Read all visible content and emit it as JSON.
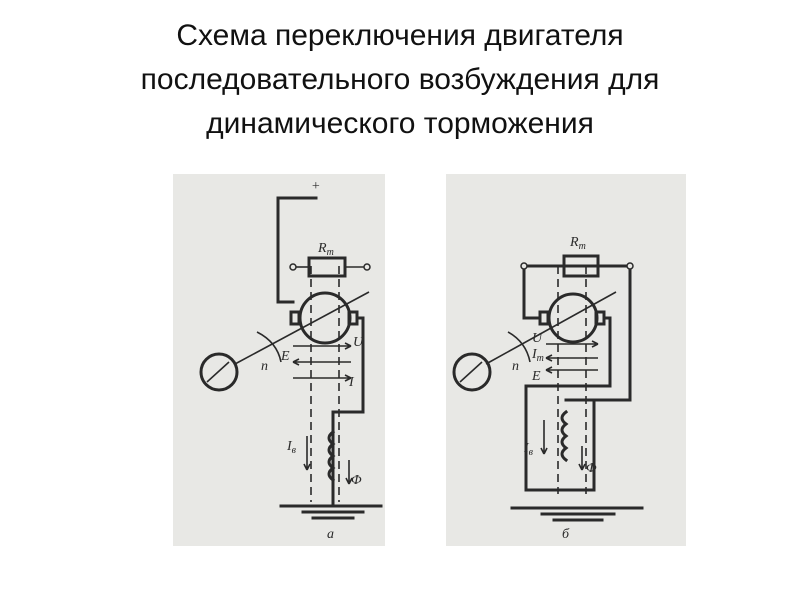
{
  "title": {
    "line1": "Схема переключения двигателя",
    "line2": "последовательного возбуждения для",
    "line3": "динамического торможения"
  },
  "panel_a": {
    "caption": "а",
    "plus": "+",
    "r_main": "R",
    "r_sub": "т",
    "u": "U",
    "e": "E",
    "i": "I",
    "n": "n",
    "iv_main": "I",
    "iv_sub": "в",
    "phi": "Φ"
  },
  "panel_b": {
    "caption": "б",
    "r_main": "R",
    "r_sub": "т",
    "u": "U",
    "it_main": "I",
    "it_sub": "т",
    "e": "E",
    "n": "n",
    "iv_main": "I",
    "iv_sub": "в",
    "phi": "Φ"
  }
}
